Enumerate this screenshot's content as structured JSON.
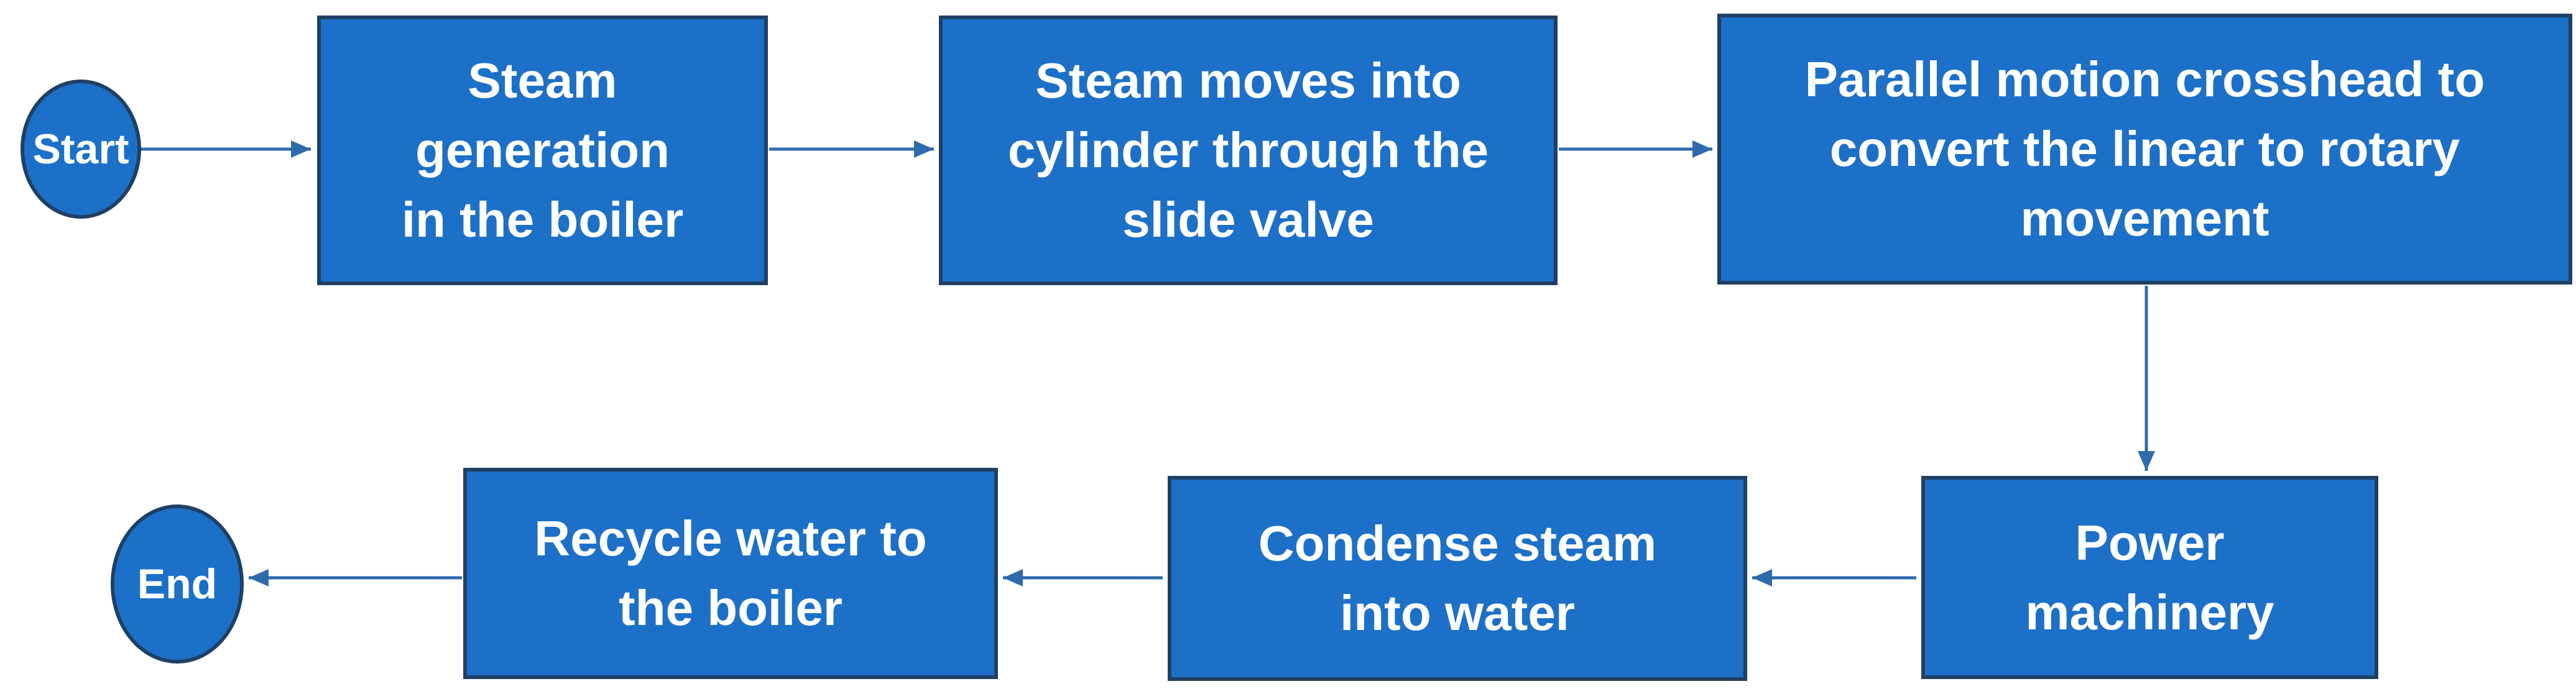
{
  "diagram": {
    "type": "flowchart",
    "terminals": {
      "start": {
        "label": "Start"
      },
      "end": {
        "label": "End"
      }
    },
    "nodes": [
      {
        "id": "steam-generation",
        "label": "Steam\ngeneration\nin the boiler"
      },
      {
        "id": "steam-moves",
        "label": "Steam moves into\ncylinder through the\nslide valve"
      },
      {
        "id": "parallel-motion",
        "label": "Parallel motion crosshead to\nconvert the linear to rotary\nmovement"
      },
      {
        "id": "power-machinery",
        "label": "Power\nmachinery"
      },
      {
        "id": "condense-steam",
        "label": "Condense steam\ninto water"
      },
      {
        "id": "recycle-water",
        "label": "Recycle water to\nthe boiler"
      }
    ],
    "flow": [
      "Start -> Steam generation in the boiler",
      "Steam generation in the boiler -> Steam moves into cylinder through the slide valve",
      "Steam moves into cylinder through the slide valve -> Parallel motion crosshead to convert the linear to rotary movement",
      "Parallel motion crosshead to convert the linear to rotary movement -> Power machinery",
      "Power machinery -> Condense steam into water",
      "Condense steam into water -> Recycle water to the boiler",
      "Recycle water to the boiler -> End"
    ]
  },
  "colors": {
    "node_fill": "#1c70c8",
    "node_border": "#1f4064",
    "arrow": "#2f6bac",
    "node_text": "#ffffff",
    "background": "#ffffff"
  }
}
